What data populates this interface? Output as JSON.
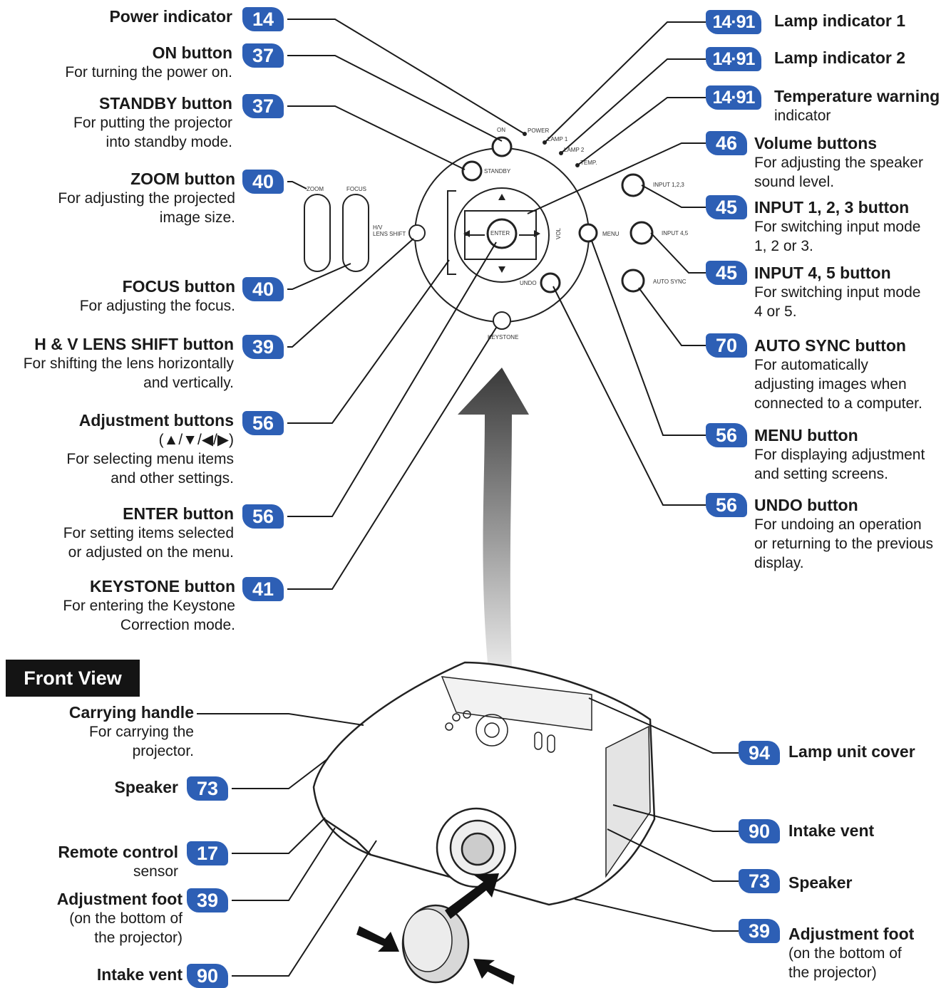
{
  "top_left": [
    {
      "badge": "14",
      "title": "Power indicator",
      "desc": []
    },
    {
      "badge": "37",
      "title": "ON button",
      "desc": [
        "For turning the power on."
      ]
    },
    {
      "badge": "37",
      "title": "STANDBY button",
      "desc": [
        "For putting the projector",
        "into standby mode."
      ]
    },
    {
      "badge": "40",
      "title": "ZOOM button",
      "desc": [
        "For adjusting the projected",
        "image size."
      ]
    },
    {
      "badge": "40",
      "title": "FOCUS button",
      "desc": [
        "For adjusting the focus."
      ]
    },
    {
      "badge": "39",
      "title": "H & V LENS SHIFT button",
      "desc": [
        "For shifting the lens horizontally",
        "and vertically."
      ]
    },
    {
      "badge": "56",
      "title": "Adjustment buttons",
      "desc": [
        "(▲/▼/◀/▶)",
        "For selecting menu items",
        "and other settings."
      ]
    },
    {
      "badge": "56",
      "title": "ENTER button",
      "desc": [
        "For setting items selected",
        "or adjusted on the menu."
      ]
    },
    {
      "badge": "41",
      "title": "KEYSTONE button",
      "desc": [
        "For entering the Keystone",
        "Correction mode."
      ]
    }
  ],
  "top_right": [
    {
      "badge": "14·91",
      "title": "Lamp indicator 1",
      "desc": []
    },
    {
      "badge": "14·91",
      "title": "Lamp indicator 2",
      "desc": []
    },
    {
      "badge": "14·91",
      "title": "Temperature warning",
      "desc": [
        "indicator"
      ]
    },
    {
      "badge": "46",
      "title": "Volume buttons",
      "desc": [
        "For adjusting the speaker",
        "sound level."
      ]
    },
    {
      "badge": "45",
      "title": "INPUT 1, 2, 3 button",
      "desc": [
        "For switching input mode",
        "1, 2 or 3."
      ]
    },
    {
      "badge": "45",
      "title": "INPUT 4, 5 button",
      "desc": [
        "For switching input mode",
        "4 or 5."
      ]
    },
    {
      "badge": "70",
      "title": "AUTO SYNC button",
      "desc": [
        "For automatically",
        "adjusting images when",
        "connected to a computer."
      ]
    },
    {
      "badge": "56",
      "title": "MENU button",
      "desc": [
        "For displaying adjustment",
        "and setting screens."
      ]
    },
    {
      "badge": "56",
      "title": "UNDO button",
      "desc": [
        "For undoing an operation",
        "or returning to the previous",
        "display."
      ]
    }
  ],
  "section_title": "Front View",
  "bottom_left": [
    {
      "badge": "",
      "title": "Carrying handle",
      "desc": [
        "For carrying the",
        "projector."
      ]
    },
    {
      "badge": "73",
      "title": "Speaker",
      "desc": []
    },
    {
      "badge": "17",
      "title": "Remote control",
      "desc": [
        "sensor"
      ]
    },
    {
      "badge": "39",
      "title": "Adjustment foot",
      "desc": [
        "(on the bottom of",
        "the projector)"
      ]
    },
    {
      "badge": "90",
      "title": "Intake vent",
      "desc": []
    }
  ],
  "bottom_right": [
    {
      "badge": "94",
      "title": "Lamp unit cover",
      "desc": []
    },
    {
      "badge": "90",
      "title": "Intake vent",
      "desc": []
    },
    {
      "badge": "73",
      "title": "Speaker",
      "desc": []
    },
    {
      "badge": "39",
      "title": "Adjustment foot",
      "desc": [
        "(on the bottom of",
        "the projector)"
      ]
    }
  ],
  "panel_labels": {
    "on": "ON",
    "standby": "STANDBY",
    "power": "POWER",
    "lamp1": "LAMP 1",
    "lamp2": "LAMP 2",
    "temp": "TEMP.",
    "zoom": "ZOOM",
    "focus": "FOCUS",
    "lens_shift": "LENS SHIFT",
    "hv": "H/V",
    "enter": "ENTER",
    "vol": "VOL",
    "menu": "MENU",
    "undo": "UNDO",
    "keystone": "KEYSTONE",
    "input123": "INPUT 1,2,3",
    "input45": "INPUT 4,5",
    "autosync": "AUTO SYNC"
  },
  "colors": {
    "badge": "#2d5fb5",
    "line": "#1a1a1a",
    "section_bg": "#141414"
  }
}
